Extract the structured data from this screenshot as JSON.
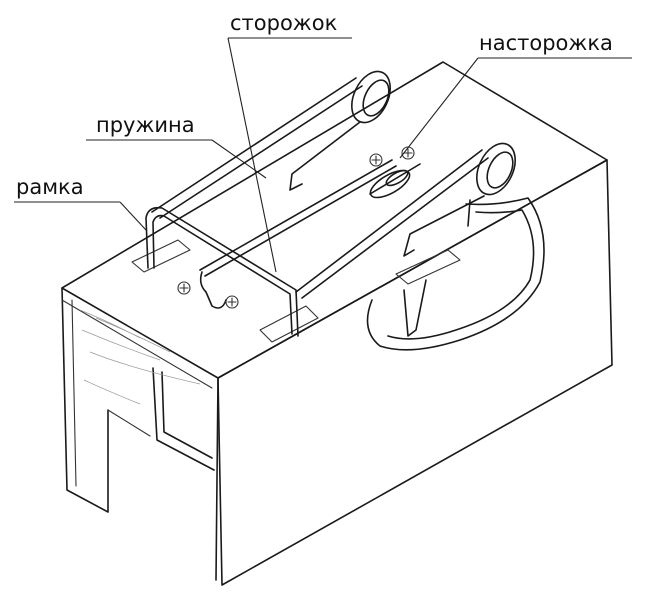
{
  "labels": {
    "storozhok": "сторожок",
    "nastorozhka": "насторожка",
    "pruzhina": "пружина",
    "ramka": "рамка"
  }
}
